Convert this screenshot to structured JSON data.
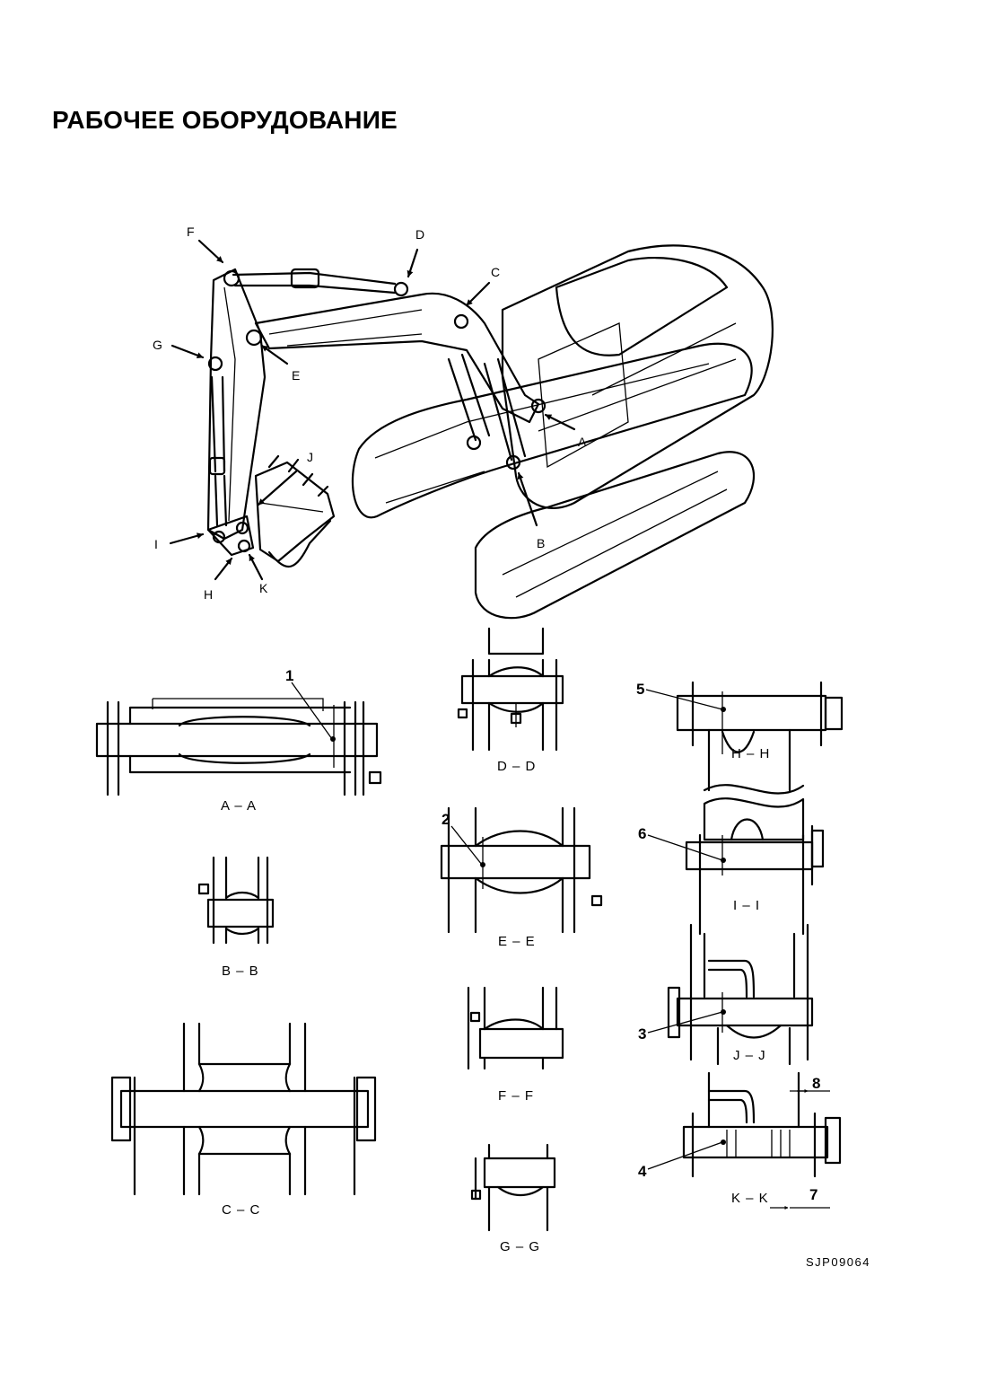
{
  "page": {
    "title": "РАБОЧЕЕ ОБОРУДОВАНИЕ",
    "drawing_code": "SJP09064"
  },
  "main_view": {
    "arrows": [
      "A",
      "B",
      "C",
      "D",
      "E",
      "F",
      "G",
      "H",
      "I",
      "J",
      "K"
    ]
  },
  "sections": {
    "aa": "A – A",
    "bb": "B – B",
    "cc": "C – C",
    "dd": "D – D",
    "ee": "E – E",
    "ff": "F – F",
    "gg": "G – G",
    "hh": "H – H",
    "ii": "I – I",
    "jj": "J – J",
    "kk": "K – K"
  },
  "callouts": [
    "1",
    "2",
    "3",
    "4",
    "5",
    "6",
    "7",
    "8"
  ]
}
